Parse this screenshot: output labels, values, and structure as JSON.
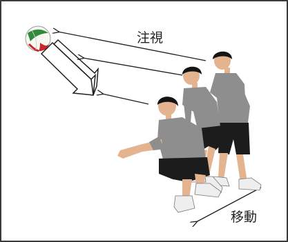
{
  "labels": {
    "gaze": "注視",
    "movement": "移動"
  },
  "colors": {
    "frame": "#3a3a3a",
    "shirt": "#8e8e8e",
    "shorts": "#1c1c1c",
    "skin": "#e3b48f",
    "hair": "#141414",
    "shoe": "#eeeeee",
    "arrow": "#1f1f1f",
    "ball_green": "#2f8a3a",
    "ball_red": "#c9252f"
  },
  "icons": {
    "ball": "volleyball-icon",
    "player": "player-figure"
  }
}
